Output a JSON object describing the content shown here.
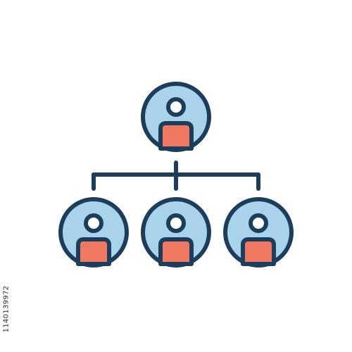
{
  "icon": {
    "name": "organizational-hierarchy-icon",
    "people_count": 4,
    "levels": 2
  },
  "watermark": {
    "stock_id": "1140139972"
  },
  "colors": {
    "background": "#ffffff",
    "outline": "#1d3d5c",
    "circle_fill": "#a9d2ec",
    "head_fill": "#ffffff",
    "body_fill": "#f07860"
  }
}
